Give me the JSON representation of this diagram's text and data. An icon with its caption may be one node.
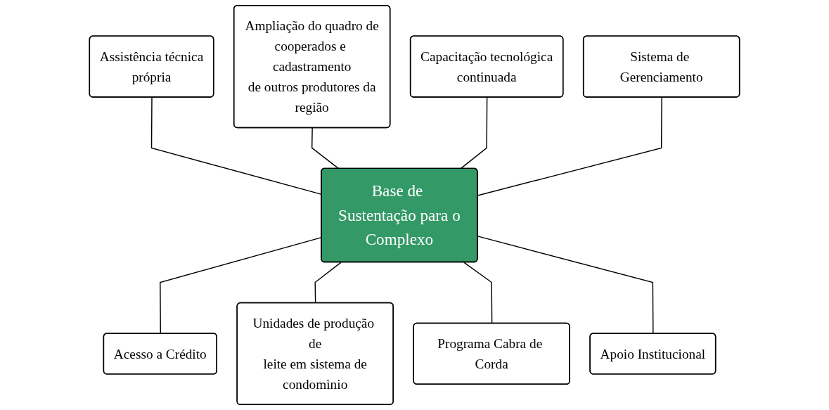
{
  "diagram": {
    "nodes": [
      {
        "text": [
          "Assistência técnica própria"
        ]
      },
      {
        "text": [
          "Ampliação do quadro de cooperados e cadastramento de outros produtores da região"
        ]
      },
      {
        "text": [
          "Capacitação tecnológica continuada"
        ]
      },
      {
        "text": [
          "Sistema de Gerenciamento"
        ]
      },
      {
        "text": [
          "Base de Sustentação para o Complexo"
        ]
      },
      {
        "text": [
          "Acesso a Crédito"
        ]
      },
      {
        "text": [
          "Unidades de produção de leite em sistema de condomìnio"
        ]
      },
      {
        "text": [
          "Programa Cabra de Corda"
        ]
      },
      {
        "text": [
          "Apoio Institucional"
        ]
      }
    ],
    "edges": [
      {
        "from": 0,
        "to": 4,
        "arrow": "none"
      },
      {
        "from": 1,
        "to": 4,
        "arrow": "none"
      },
      {
        "from": 2,
        "to": 4,
        "arrow": "none"
      },
      {
        "from": 3,
        "to": 4,
        "arrow": "none"
      },
      {
        "from": 4,
        "to": 5,
        "arrow": "none"
      },
      {
        "from": 4,
        "to": 6,
        "arrow": "none"
      },
      {
        "from": 4,
        "to": 7,
        "arrow": "none"
      },
      {
        "from": 4,
        "to": 8,
        "arrow": "none"
      }
    ]
  }
}
